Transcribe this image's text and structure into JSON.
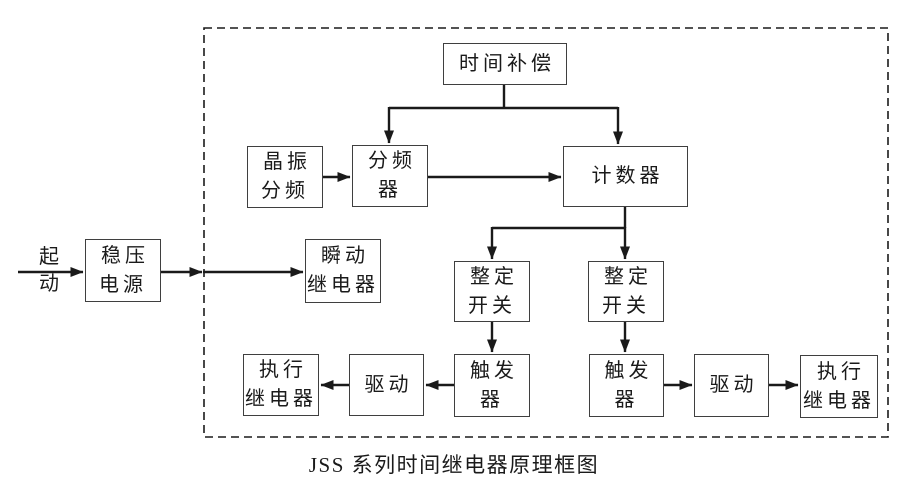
{
  "diagram": {
    "caption": "JSS 系列时间继电器原理框图",
    "input_label": "起\n动",
    "nodes": {
      "time_compensation": {
        "label": "时间补偿"
      },
      "crystal_divider": {
        "label": "晶振\n分频"
      },
      "frequency_divider": {
        "label": "分频器"
      },
      "counter": {
        "label": "计数器"
      },
      "regulated_power": {
        "label": "稳压\n电源"
      },
      "instant_relay": {
        "label": "瞬动\n继电器"
      },
      "setting_switch_left": {
        "label": "整定\n开关"
      },
      "setting_switch_right": {
        "label": "整定\n开关"
      },
      "trigger_left": {
        "label": "触发器"
      },
      "trigger_right": {
        "label": "触发器"
      },
      "drive_left": {
        "label": "驱动"
      },
      "drive_right": {
        "label": "驱动"
      },
      "exec_relay_left": {
        "label": "执行\n继电器"
      },
      "exec_relay_right": {
        "label": "执行\n继电器"
      }
    },
    "colors": {
      "line": "#1a1a1a",
      "box_border": "#3f3f3f",
      "text": "#1a1a1a",
      "background": "#ffffff"
    }
  }
}
